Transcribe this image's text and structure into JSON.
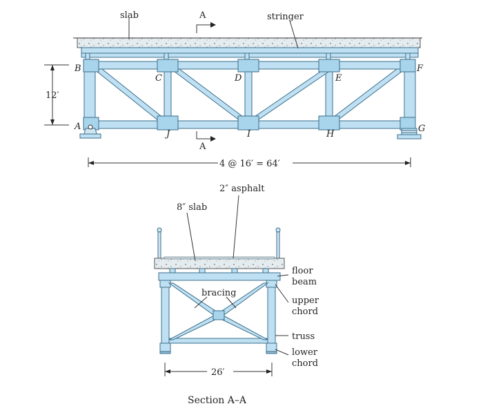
{
  "elevation": {
    "labels": {
      "slab": "slab",
      "stringer": "stringer",
      "section_mark_top": "A",
      "section_mark_bottom": "A",
      "height": "12′",
      "span": "4 @ 16′ = 64′"
    },
    "nodes": {
      "A": "A",
      "B": "B",
      "C": "C",
      "D": "D",
      "E": "E",
      "F": "F",
      "G": "G",
      "H": "H",
      "I": "I",
      "J": "J"
    }
  },
  "section": {
    "labels": {
      "asphalt": "2″ asphalt",
      "slab": "8″ slab",
      "floor_beam": [
        "floor",
        "beam"
      ],
      "upper_chord": [
        "upper",
        "chord"
      ],
      "bracing": "bracing",
      "truss": "truss",
      "lower_chord": [
        "lower",
        "chord"
      ],
      "width": "26′"
    },
    "caption": "Section A–A"
  },
  "colors": {
    "steel": "#bfe0f3",
    "steel_edge": "#3b6e8a",
    "concrete": "#dfe8ec"
  }
}
